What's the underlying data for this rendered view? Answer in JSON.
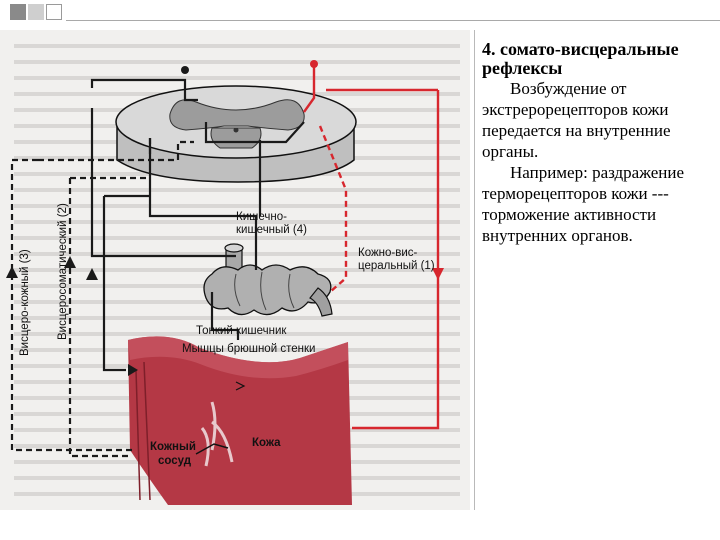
{
  "slide": {
    "heading": "4. сомато-висцеральные рефлексы",
    "paragraph1": "Возбуждение от экстрерорецепторов кожи передается на внутренние органы.",
    "paragraph2": "Например: раздражение терморецепторов кожи ---торможение активности внутренних органов."
  },
  "figure": {
    "labels": {
      "intestinal": [
        "Кишечно-",
        "кишечный (4)"
      ],
      "cutaneous_visceral": [
        "Кожно-вис-",
        "церальный (1)"
      ],
      "viscero_cutaneous": "Висцеро-кожный (3)",
      "viscero_somatic": "Висцеросоматический (2)",
      "small_intestine": "Тонкий кишечник",
      "abdominal_muscles": "Мышцы брюшной стенки",
      "skin_vessel": [
        "Кожный",
        "сосуд"
      ],
      "skin": "Кожа"
    }
  },
  "colors": {
    "accent_squares": [
      "#8a8a8a",
      "#cfcfcf",
      "#ffffff"
    ],
    "reflex_red": "#d7272e",
    "tissue_red": "#b43845",
    "nerve_black": "#1a1a1a"
  }
}
